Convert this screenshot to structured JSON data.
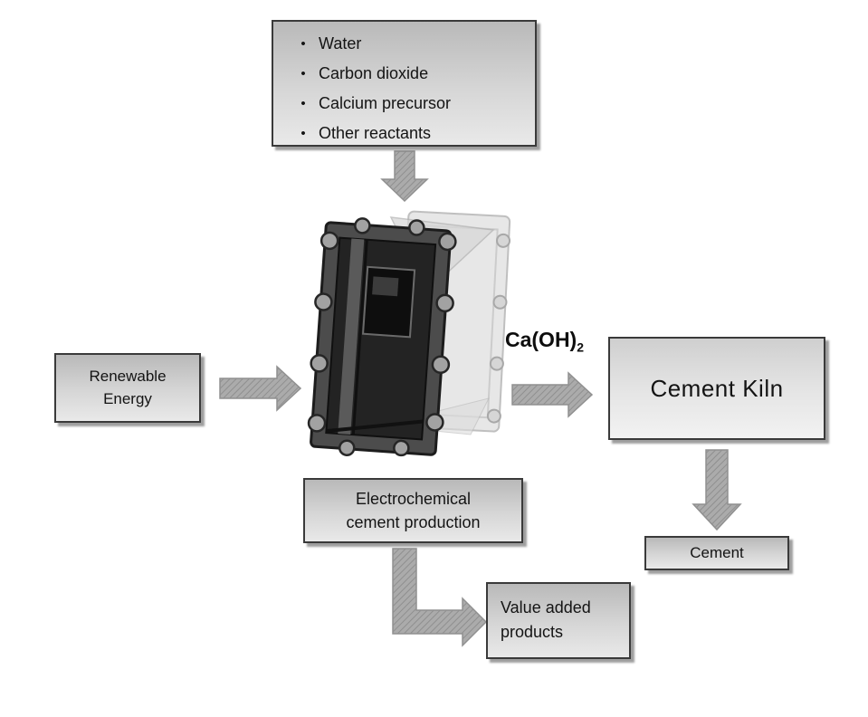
{
  "diagram": {
    "reactants_box": {
      "bullet": "•",
      "items": [
        "Water",
        "Carbon dioxide",
        "Calcium precursor",
        "Other reactants"
      ]
    },
    "renewable_energy_box": {
      "lines": [
        "Renewable",
        "Energy"
      ]
    },
    "cement_kiln_box": {
      "label": "Cement Kiln"
    },
    "cement_box": {
      "label": "Cement"
    },
    "electrochemical_box": {
      "lines": [
        "Electrochemical",
        "cement production"
      ]
    },
    "value_added_box": {
      "lines": [
        "Value added",
        "products"
      ]
    },
    "caoh_label": {
      "base": "Ca(OH)",
      "subscript": "2"
    }
  },
  "colors": {
    "background": "#ffffff",
    "box_border": "#3a3a3a",
    "box_fill_top": "#b9b9b9",
    "box_fill_bottom": "#e9e9e9",
    "arrow_fill": "#ababab",
    "arrow_stripe": "#8f8f8f",
    "text": "#141414"
  }
}
